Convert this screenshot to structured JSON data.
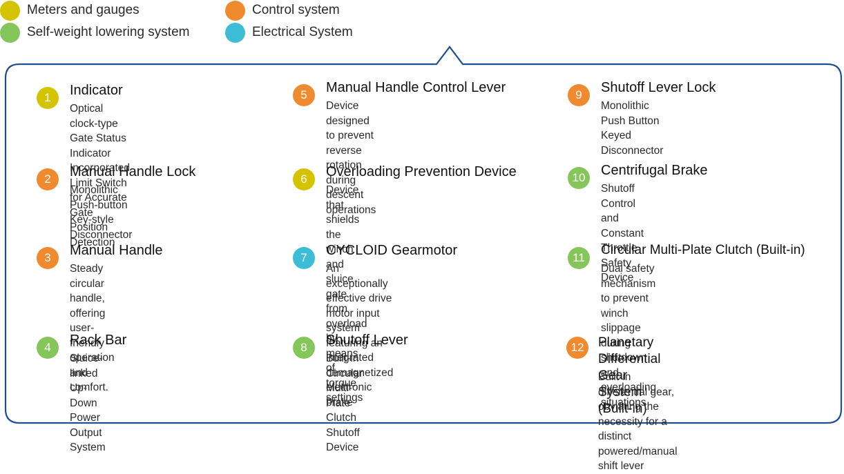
{
  "legend": [
    {
      "label": "Meters and gauges",
      "color": "#d4c400"
    },
    {
      "label": "Control system",
      "color": "#ef8a2e"
    },
    {
      "label": "Self-weight lowering system",
      "color": "#85c65a"
    },
    {
      "label": "Electrical System",
      "color": "#3cbcd5"
    }
  ],
  "panel": {
    "border_color": "#1f4f8f"
  },
  "items": [
    {
      "number": "1",
      "title": "Indicator",
      "description": "Optical clock-type Gate Status Indicator\nIncorporated Limit Switch for Accurate\nGate Position Detection",
      "color": "#d4c400"
    },
    {
      "number": "2",
      "title": "Manual Handle Lock",
      "description": "Monolithic Push-button\nKey-style Disconnector",
      "color": "#ef8a2e"
    },
    {
      "number": "3",
      "title": "Manual Handle",
      "description": "Steady circular handle, offering\nuser-friendly operation and comfort.",
      "color": "#ef8a2e"
    },
    {
      "number": "4",
      "title": "Rack Bar",
      "description": "Sluice-linked Up-Down Power\nOutput System",
      "color": "#85c65a"
    },
    {
      "number": "5",
      "title": "Manual Handle Control Lever",
      "description": "Device designed to prevent reverse\nrotation during descent operations",
      "color": "#ef8a2e"
    },
    {
      "number": "6",
      "title": "Overloading Prevention Device",
      "description": "Device that shields the winch\nand sluice gate from overload by\nmeans of torque settings",
      "color": "#d4c400"
    },
    {
      "number": "7",
      "title": "CYCLOID Gearmotor",
      "description": "An exceptionally effective drive motor input\nsystem featuring an integrated demagnetized\nelectronic brake",
      "color": "#3cbcd5"
    },
    {
      "number": "8",
      "title": "Shutoff Lever",
      "description": "Built-in Circular Multi-Plate\nClutch Shutoff Device",
      "color": "#85c65a"
    },
    {
      "number": "9",
      "title": "Shutoff Lever Lock",
      "description": "Monolithic Push Button Keyed\nDisconnector",
      "color": "#ef8a2e"
    },
    {
      "number": "10",
      "title": "Centrifugal Brake",
      "description": "Shutoff Control and Constant\nThrottle Safety Device",
      "color": "#85c65a"
    },
    {
      "number": "11",
      "title": "Circular Multi-Plate Clutch (Built-in)",
      "description": "Dual safety mechanism to prevent\nwinch slippage during shutdown and\noverloading situations",
      "color": "#85c65a"
    },
    {
      "number": "12",
      "title": "Planetary Differential Gear System\n(Built-in)",
      "description": "Built-in differential gear, obviating the\nnecessity for a distinct powered/manual\nshift lever",
      "color": "#ef8a2e"
    }
  ]
}
